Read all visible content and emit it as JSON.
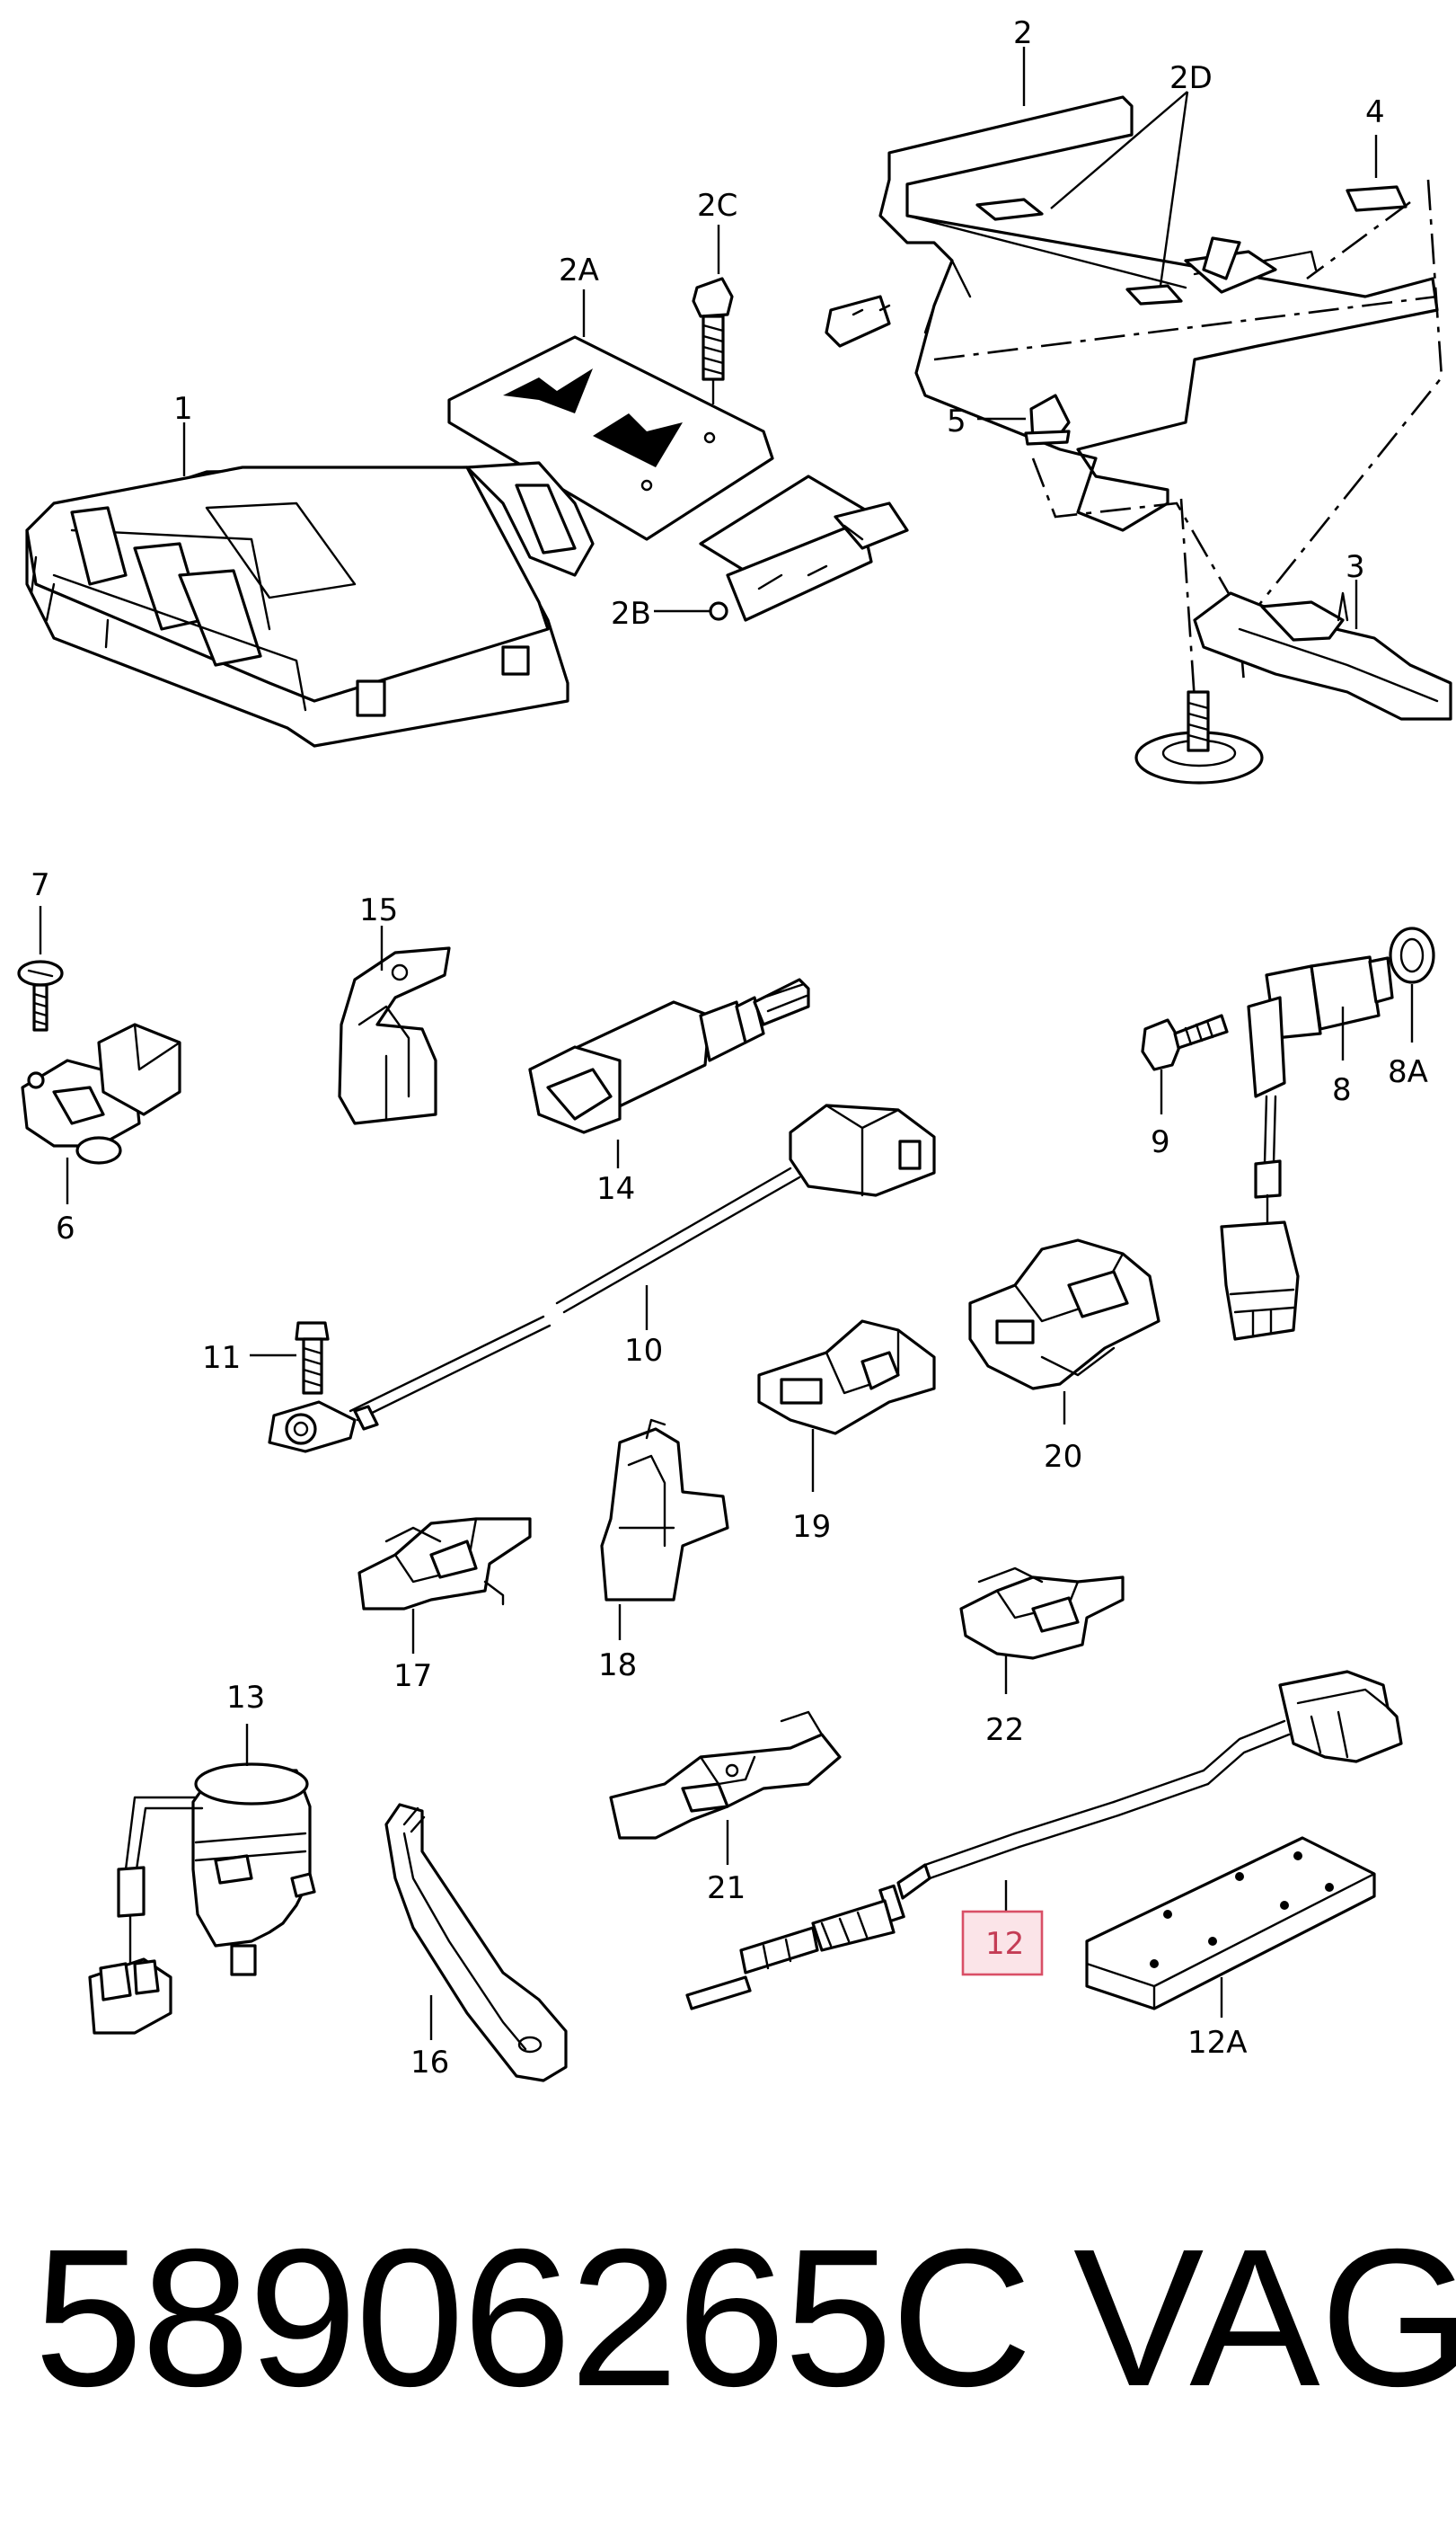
{
  "labels": {
    "l1": "1",
    "l2": "2",
    "l2a": "2A",
    "l2b": "2B",
    "l2c": "2C",
    "l2d": "2D",
    "l3": "3",
    "l4": "4",
    "l5": "5",
    "l6": "6",
    "l7": "7",
    "l8": "8",
    "l8a": "8A",
    "l9": "9",
    "l10": "10",
    "l11": "11",
    "l12": "12",
    "l12a": "12A",
    "l13": "13",
    "l14": "14",
    "l15": "15",
    "l16": "16",
    "l17": "17",
    "l18": "18",
    "l19": "19",
    "l20": "20",
    "l21": "21",
    "l22": "22"
  },
  "highlighted_part": "12",
  "colors": {
    "line": "#000000",
    "highlight_fill": "#fbe4e8",
    "highlight_stroke": "#d94f66",
    "highlight_text": "#c43c55"
  },
  "footer": {
    "part_number": "58906265C",
    "brand": "VAG"
  }
}
